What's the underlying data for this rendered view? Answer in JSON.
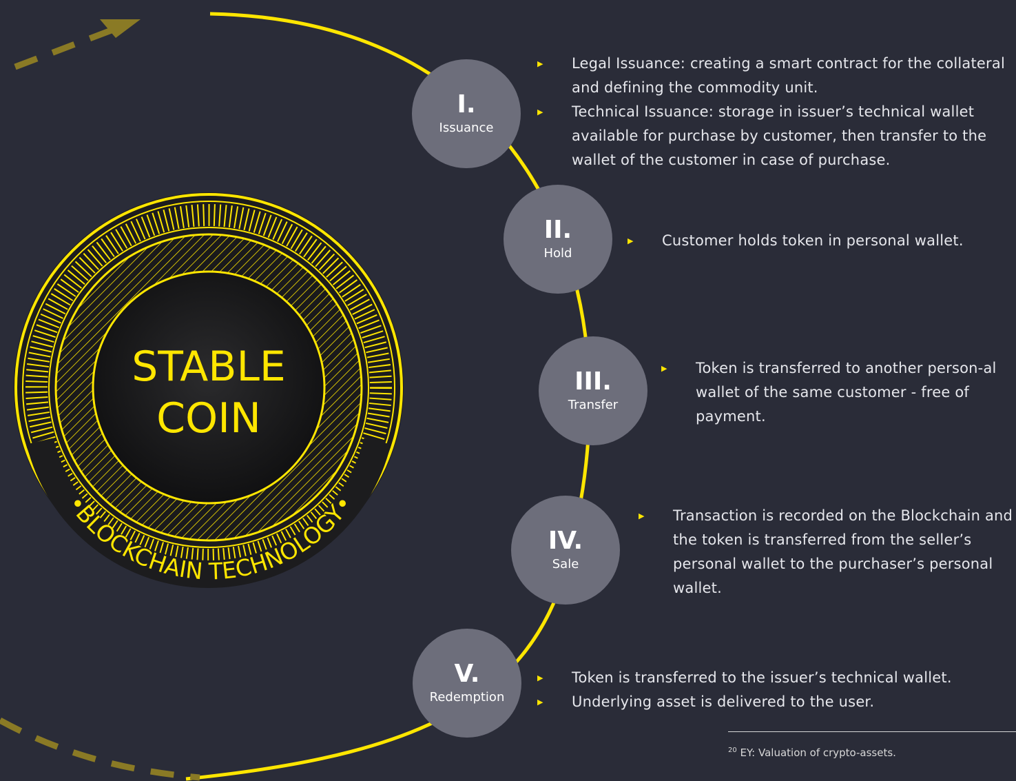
{
  "coin": {
    "line1": "STABLE",
    "line2": "COIN",
    "ring_text": "•BLOCKCHAIN TECHNOLOGY•"
  },
  "steps": [
    {
      "numeral": "I.",
      "name": "Issuance",
      "bullets": [
        "Legal Issuance: creating a smart contract for the collateral and defining the commodity unit.",
        "Technical Issuance: storage in issuer’s technical wallet available for purchase by customer, then transfer to the wallet of the customer in case of purchase."
      ]
    },
    {
      "numeral": "II.",
      "name": "Hold",
      "bullets": [
        "Customer holds token in personal wallet."
      ]
    },
    {
      "numeral": "III.",
      "name": "Transfer",
      "bullets": [
        "Token is transferred to another person-al wallet of the same customer - free of payment."
      ]
    },
    {
      "numeral": "IV.",
      "name": "Sale",
      "bullets": [
        "Transaction is recorded on the Blockchain and the token is transferred from the seller’s personal wallet to the purchaser’s personal wallet."
      ]
    },
    {
      "numeral": "V.",
      "name": "Redemption",
      "bullets": [
        "Token is transferred to the issuer’s technical wallet.",
        "Underlying asset is delivered to the user."
      ]
    }
  ],
  "footnote": {
    "number": "20",
    "text": "EY: Valuation of crypto-assets."
  },
  "colors": {
    "background": "#2a2c38",
    "accent_yellow": "#ffe600",
    "dashed_arrow": "#8a7a25",
    "step_circle": "#6d6e7b"
  }
}
